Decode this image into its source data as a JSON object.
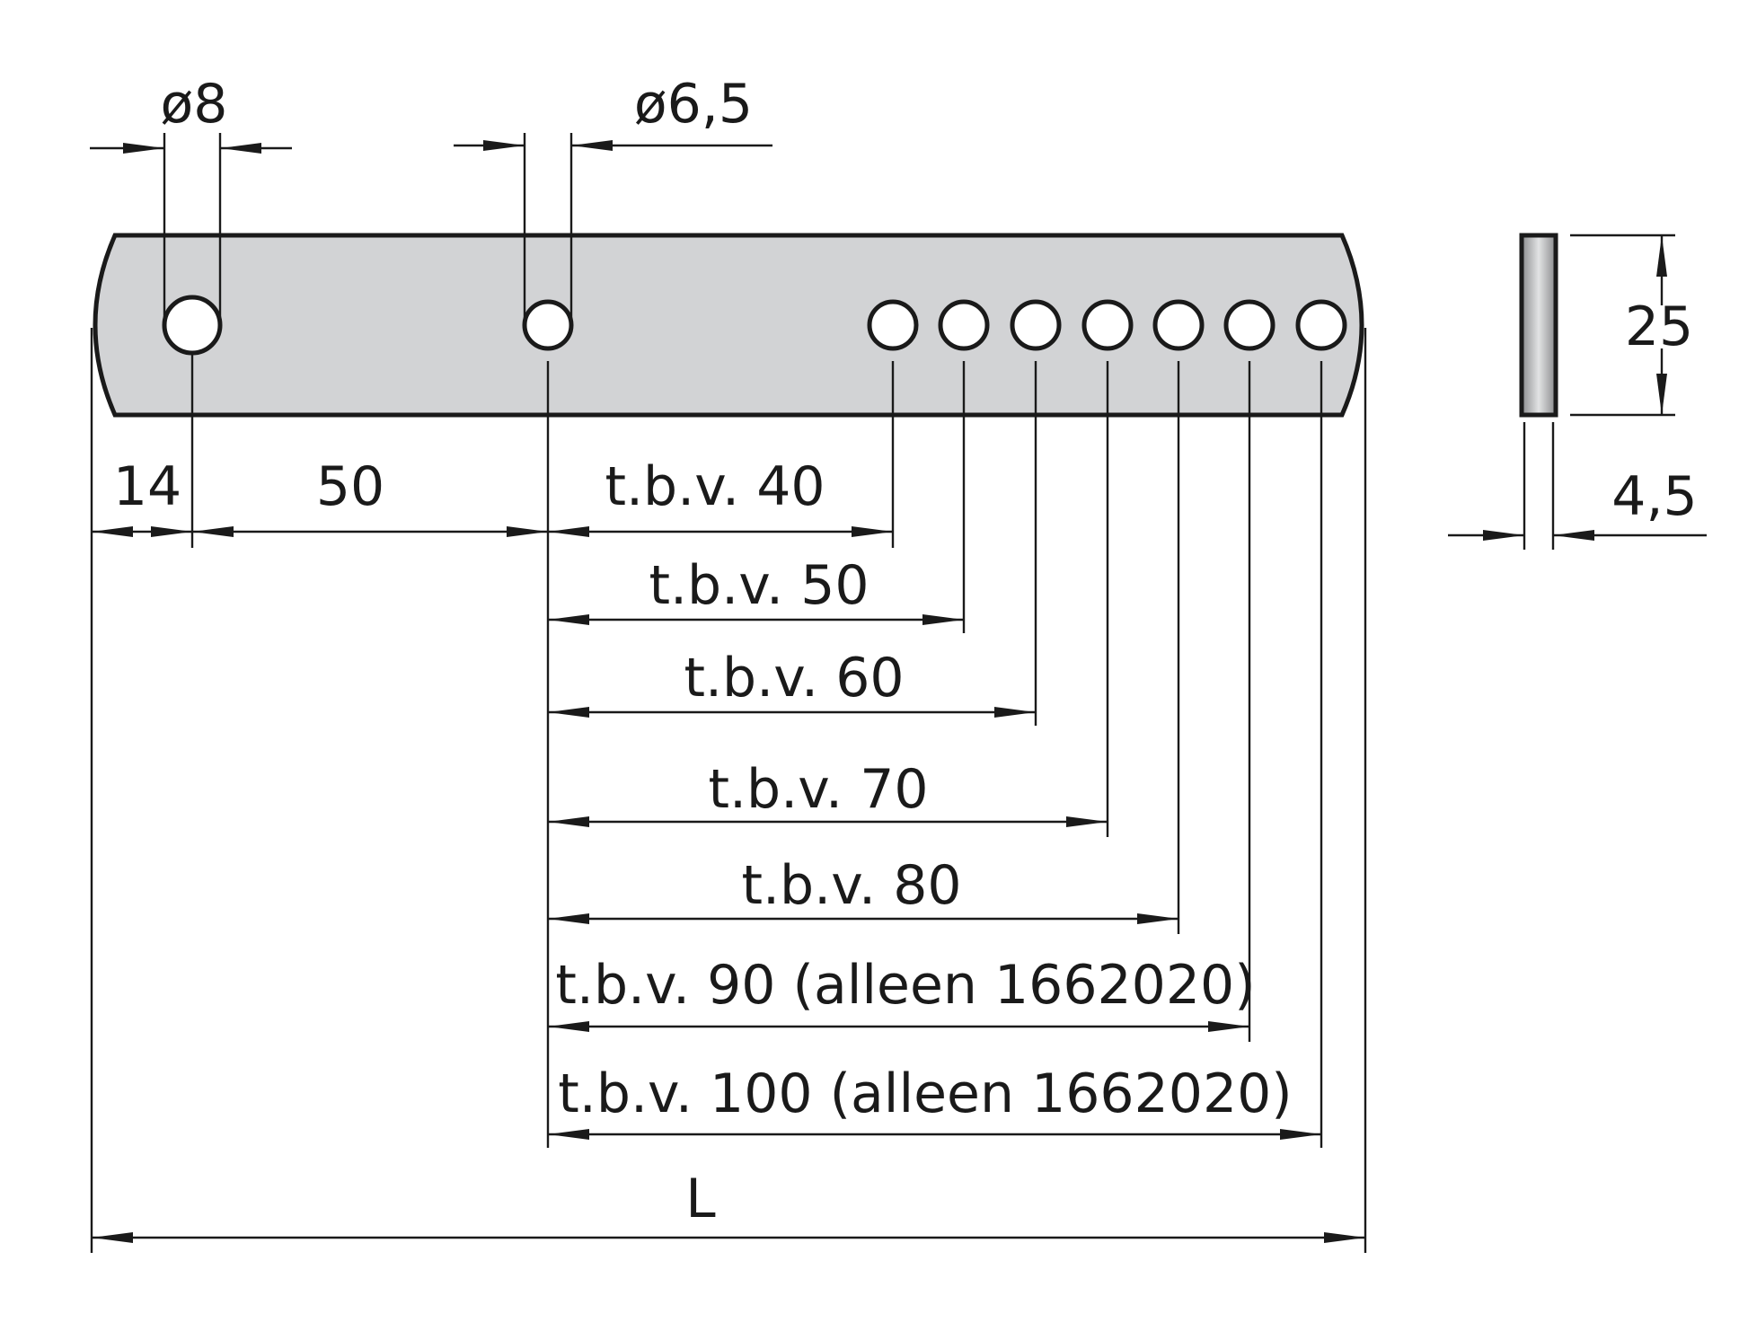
{
  "labels": {
    "dia_large": "ø8",
    "dia_small": "ø6,5",
    "dim_14": "14",
    "dim_50": "50",
    "height": "25",
    "thickness": "4,5",
    "total_length": "L",
    "tbv_40": "t.b.v. 40",
    "tbv_50": "t.b.v. 50",
    "tbv_60": "t.b.v. 60",
    "tbv_70": "t.b.v. 70",
    "tbv_80": "t.b.v. 80",
    "tbv_90": "t.b.v. 90 (alleen 1662020)",
    "tbv_100": "t.b.v. 100 (alleen 1662020)"
  },
  "colors": {
    "part_fill": "#d2d3d5",
    "line": "#1a1a1a",
    "background": "#ffffff"
  }
}
